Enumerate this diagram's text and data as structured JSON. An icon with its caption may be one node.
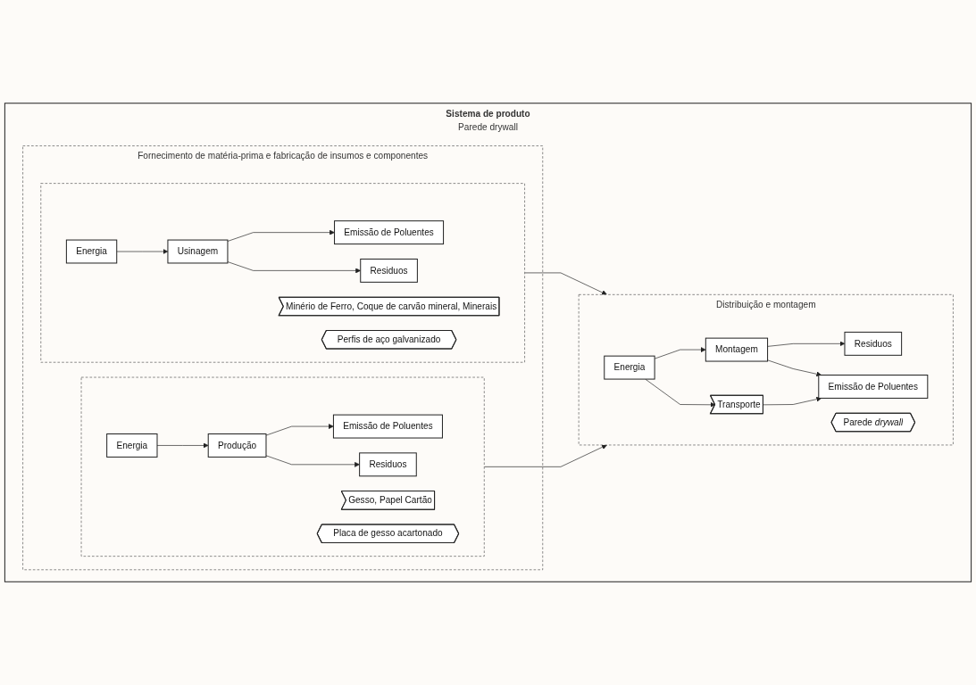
{
  "diagram": {
    "nodes": [
      {
        "text": [
          "Sistema de produto",
          "Parede drywall"
        ]
      },
      {
        "text": [
          "Fornecimento de matéria-prima e fabricação de insumos e componentes"
        ],
        "in": 0
      },
      {
        "text": [],
        "shape": "box",
        "in": 1
      },
      {
        "text": [
          "Energia"
        ],
        "in": 2
      },
      {
        "text": [
          "Usinagem"
        ],
        "in": 2
      },
      {
        "text": [
          "Emissão de Poluentes"
        ],
        "in": 2
      },
      {
        "text": [
          "Residuos"
        ],
        "in": 2
      },
      {
        "text": [
          "Minério de Ferro, Coque de carvão mineral, Minerais"
        ],
        "in": 2
      },
      {
        "text": [
          "Perfis de aço galvanizado"
        ],
        "in": 2
      },
      {
        "text": [],
        "shape": "box",
        "in": 1
      },
      {
        "text": [
          "Energia"
        ],
        "in": 9
      },
      {
        "text": [
          "Produção"
        ],
        "in": 9
      },
      {
        "text": [
          "Emissão de Poluentes"
        ],
        "in": 9
      },
      {
        "text": [
          "Residuos"
        ],
        "in": 9
      },
      {
        "text": [
          "Gesso, Papel Cartão"
        ],
        "in": 9
      },
      {
        "text": [
          "Placa de gesso acartonado"
        ],
        "in": 9
      },
      {
        "text": [
          "Distribuição e montagem"
        ],
        "in": 0
      },
      {
        "text": [
          "Energia"
        ],
        "in": 16
      },
      {
        "text": [
          "Transporte"
        ],
        "in": 16
      },
      {
        "text": [
          "Montagem"
        ],
        "in": 16
      },
      {
        "text": [
          "Parede *drywall*"
        ],
        "in": 16
      },
      {
        "text": [
          "Residuos"
        ],
        "in": 16
      },
      {
        "text": [
          "Emissão de Poluentes"
        ],
        "in": 16
      }
    ],
    "edges": [
      {
        "from": 3,
        "to": 4,
        "arrow": "to"
      },
      {
        "from": 4,
        "to": 5,
        "arrow": "to"
      },
      {
        "from": 4,
        "to": 6,
        "arrow": "to"
      },
      {
        "from": 10,
        "to": 11,
        "arrow": "to"
      },
      {
        "from": 11,
        "to": 12,
        "arrow": "to"
      },
      {
        "from": 11,
        "to": 13,
        "arrow": "to"
      },
      {
        "from": 2,
        "to": 16,
        "arrow": "to"
      },
      {
        "from": 9,
        "to": 16,
        "arrow": "to"
      },
      {
        "from": 17,
        "to": 18,
        "arrow": "to"
      },
      {
        "from": 17,
        "to": 19,
        "arrow": "to"
      },
      {
        "from": 19,
        "to": 21,
        "arrow": "to"
      },
      {
        "from": 19,
        "to": 22,
        "arrow": "to"
      },
      {
        "from": 18,
        "to": 22,
        "arrow": "to"
      }
    ]
  }
}
